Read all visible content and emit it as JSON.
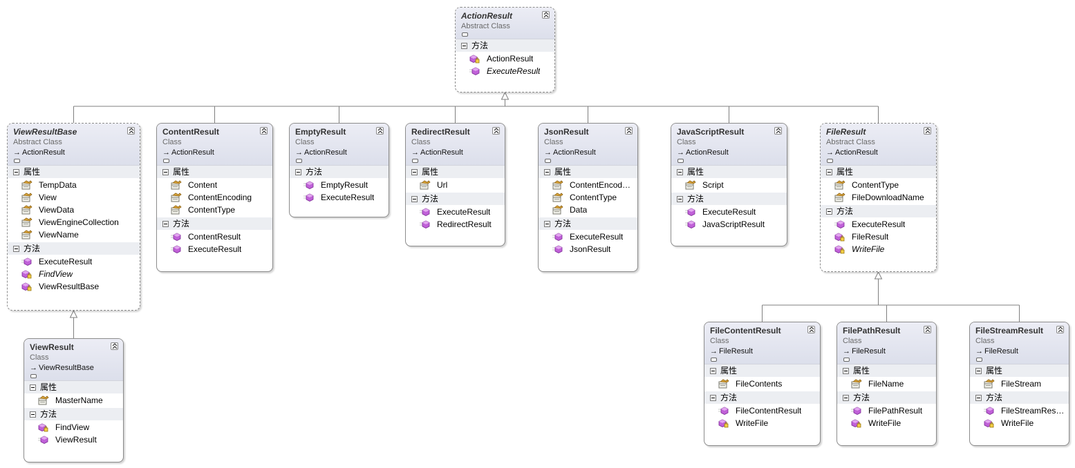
{
  "section_labels": {
    "properties": "属性",
    "methods": "方法"
  },
  "colors": {
    "border": "#8b8b8b",
    "header_top": "#ecedf5",
    "header_bottom": "#dcdfeb",
    "method_icon": "#b04dc9",
    "property_icon": "#c69a2c"
  },
  "classes": [
    {
      "id": "ActionResult",
      "name": "ActionResult",
      "kind": "Abstract Class",
      "abstract": true,
      "methods": [
        {
          "name": "ActionResult",
          "icon": "protected-method-icon",
          "italic": false
        },
        {
          "name": "ExecuteResult",
          "icon": "method-icon",
          "italic": true
        }
      ]
    },
    {
      "id": "ViewResultBase",
      "name": "ViewResultBase",
      "kind": "Abstract Class",
      "abstract": true,
      "base": "ActionResult",
      "properties": [
        "TempData",
        "View",
        "ViewData",
        "ViewEngineCollection",
        "ViewName"
      ],
      "methods": [
        {
          "name": "ExecuteResult",
          "icon": "method-icon",
          "italic": false
        },
        {
          "name": "FindView",
          "icon": "protected-method-icon",
          "italic": true
        },
        {
          "name": "ViewResultBase",
          "icon": "protected-method-icon",
          "italic": false
        }
      ]
    },
    {
      "id": "ContentResult",
      "name": "ContentResult",
      "kind": "Class",
      "base": "ActionResult",
      "properties": [
        "Content",
        "ContentEncoding",
        "ContentType"
      ],
      "methods": [
        {
          "name": "ContentResult",
          "icon": "method-icon",
          "italic": false
        },
        {
          "name": "ExecuteResult",
          "icon": "method-icon",
          "italic": false
        }
      ]
    },
    {
      "id": "EmptyResult",
      "name": "EmptyResult",
      "kind": "Class",
      "base": "ActionResult",
      "methods": [
        {
          "name": "EmptyResult",
          "icon": "method-icon",
          "italic": false
        },
        {
          "name": "ExecuteResult",
          "icon": "method-icon",
          "italic": false
        }
      ]
    },
    {
      "id": "RedirectResult",
      "name": "RedirectResult",
      "kind": "Class",
      "base": "ActionResult",
      "properties": [
        "Url"
      ],
      "methods": [
        {
          "name": "ExecuteResult",
          "icon": "method-icon",
          "italic": false
        },
        {
          "name": "RedirectResult",
          "icon": "method-icon",
          "italic": false
        }
      ]
    },
    {
      "id": "JsonResult",
      "name": "JsonResult",
      "kind": "Class",
      "base": "ActionResult",
      "properties": [
        "ContentEncod…",
        "ContentType",
        "Data"
      ],
      "methods": [
        {
          "name": "ExecuteResult",
          "icon": "method-icon",
          "italic": false
        },
        {
          "name": "JsonResult",
          "icon": "method-icon",
          "italic": false
        }
      ]
    },
    {
      "id": "JavaScriptResult",
      "name": "JavaScriptResult",
      "kind": "Class",
      "base": "ActionResult",
      "properties": [
        "Script"
      ],
      "methods": [
        {
          "name": "ExecuteResult",
          "icon": "method-icon",
          "italic": false
        },
        {
          "name": "JavaScriptResult",
          "icon": "method-icon",
          "italic": false
        }
      ]
    },
    {
      "id": "FileResult",
      "name": "FileResult",
      "kind": "Abstract Class",
      "abstract": true,
      "base": "ActionResult",
      "properties": [
        "ContentType",
        "FileDownloadName"
      ],
      "methods": [
        {
          "name": "ExecuteResult",
          "icon": "method-icon",
          "italic": false
        },
        {
          "name": "FileResult",
          "icon": "protected-method-icon",
          "italic": false
        },
        {
          "name": "WriteFile",
          "icon": "protected-method-icon",
          "italic": true
        }
      ]
    },
    {
      "id": "ViewResult",
      "name": "ViewResult",
      "kind": "Class",
      "base": "ViewResultBase",
      "properties": [
        "MasterName"
      ],
      "methods": [
        {
          "name": "FindView",
          "icon": "protected-method-icon",
          "italic": false
        },
        {
          "name": "ViewResult",
          "icon": "method-icon",
          "italic": false
        }
      ]
    },
    {
      "id": "FileContentResult",
      "name": "FileContentResult",
      "kind": "Class",
      "base": "FileResult",
      "properties": [
        "FileContents"
      ],
      "methods": [
        {
          "name": "FileContentResult",
          "icon": "method-icon",
          "italic": false
        },
        {
          "name": "WriteFile",
          "icon": "protected-method-icon",
          "italic": false
        }
      ]
    },
    {
      "id": "FilePathResult",
      "name": "FilePathResult",
      "kind": "Class",
      "base": "FileResult",
      "properties": [
        "FileName"
      ],
      "methods": [
        {
          "name": "FilePathResult",
          "icon": "method-icon",
          "italic": false
        },
        {
          "name": "WriteFile",
          "icon": "protected-method-icon",
          "italic": false
        }
      ]
    },
    {
      "id": "FileStreamResult",
      "name": "FileStreamResult",
      "kind": "Class",
      "base": "FileResult",
      "properties": [
        "FileStream"
      ],
      "methods": [
        {
          "name": "FileStreamRes…",
          "icon": "method-icon",
          "italic": false
        },
        {
          "name": "WriteFile",
          "icon": "protected-method-icon",
          "italic": false
        }
      ]
    }
  ]
}
